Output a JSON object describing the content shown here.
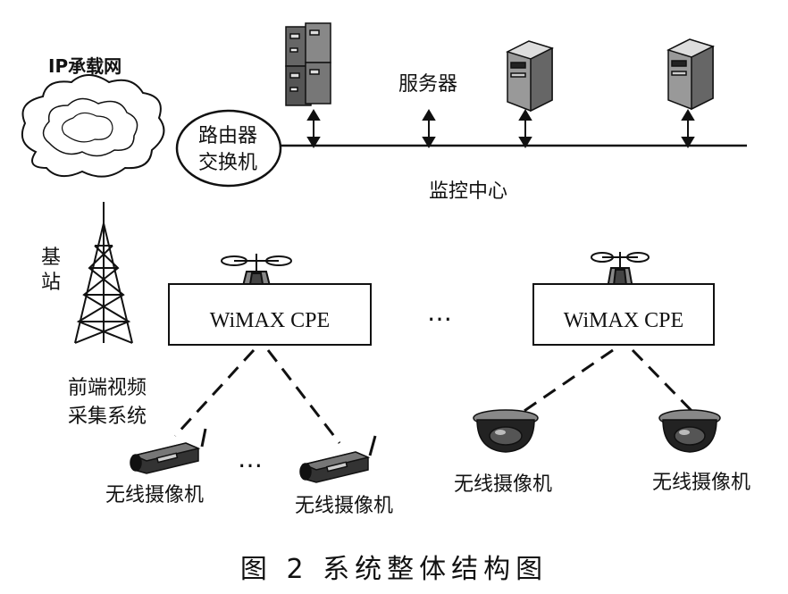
{
  "labels": {
    "ip_network": "IP承载网",
    "router_line1": "路由器",
    "router_line2": "交换机",
    "servers": "服务器",
    "monitor_center": "监控中心",
    "base_station_1": "基",
    "base_station_2": "站",
    "front_end_line1": "前端视频",
    "front_end_line2": "采集系统",
    "cpe_left": "WiMAX CPE",
    "cpe_right": "WiMAX CPE",
    "ellipsis_middle": "…",
    "ellipsis_cameras": "…",
    "camera_1": "无线摄像机",
    "camera_2": "无线摄像机",
    "camera_3": "无线摄像机",
    "camera_4": "无线摄像机"
  },
  "caption": "图 2   系统整体结构图",
  "icons": [
    "cloud-icon",
    "server-rack-icon",
    "server-icon",
    "tower-icon",
    "antenna-icon",
    "bullet-camera-icon",
    "dome-camera-icon"
  ]
}
